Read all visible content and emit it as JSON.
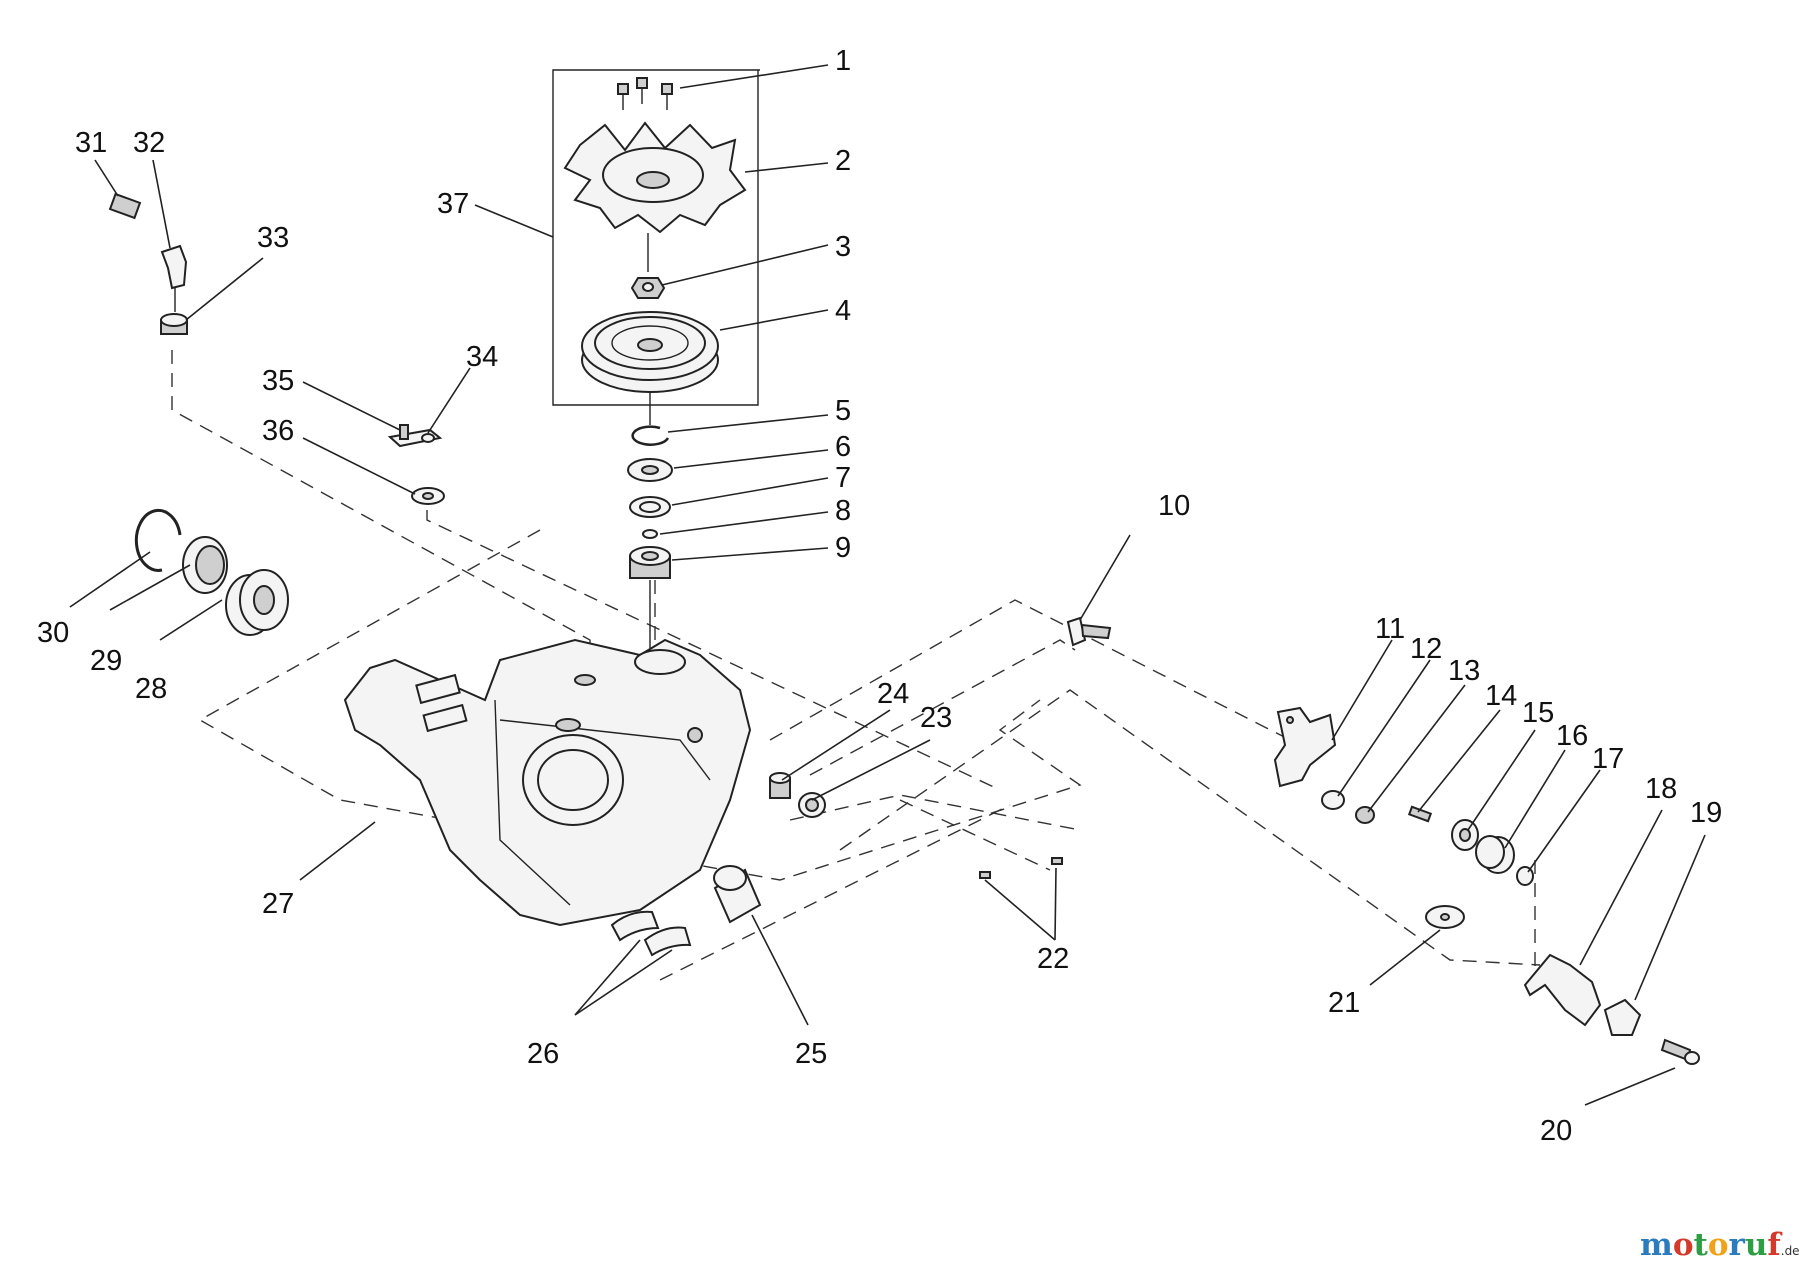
{
  "callouts": {
    "c1": "1",
    "c2": "2",
    "c3": "3",
    "c4": "4",
    "c5": "5",
    "c6": "6",
    "c7": "7",
    "c8": "8",
    "c9": "9",
    "c10": "10",
    "c11": "11",
    "c12": "12",
    "c13": "13",
    "c14": "14",
    "c15": "15",
    "c16": "16",
    "c17": "17",
    "c18": "18",
    "c19": "19",
    "c20": "20",
    "c21": "21",
    "c22": "22",
    "c23": "23",
    "c24": "24",
    "c25": "25",
    "c26": "26",
    "c27": "27",
    "c28": "28",
    "c29": "29",
    "c30": "30",
    "c31": "31",
    "c32": "32",
    "c33": "33",
    "c34": "34",
    "c35": "35",
    "c36": "36",
    "c37": "37"
  },
  "watermark": {
    "letters": [
      "m",
      "o",
      "t",
      "o",
      "r",
      "u",
      "f"
    ],
    "colors": [
      "#2b7bbf",
      "#d33a2c",
      "#2e9e44",
      "#f0a21a",
      "#2b7bbf",
      "#2e9e44",
      "#d33a2c"
    ],
    "suffix": ".de"
  }
}
